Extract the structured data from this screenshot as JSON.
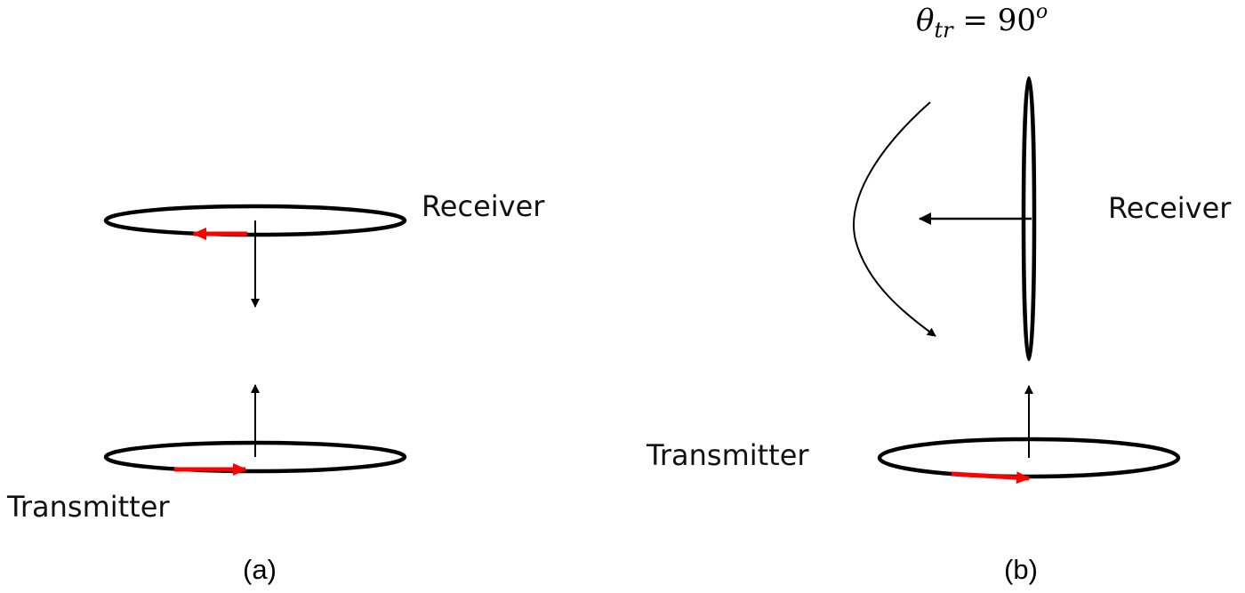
{
  "panel_a": {
    "receiver_label": "Receiver",
    "transmitter_label": "Transmitter",
    "caption": "(a)"
  },
  "panel_b": {
    "receiver_label": "Receiver",
    "transmitter_label": "Transmitter",
    "caption": "(b)",
    "angle": {
      "symbol": "θ",
      "subscript": "tr",
      "equals": " = 90",
      "superscript": "o"
    }
  },
  "colors": {
    "loop": "#000000",
    "current_arrow": "#ff0000",
    "field_arrow": "#000000"
  }
}
